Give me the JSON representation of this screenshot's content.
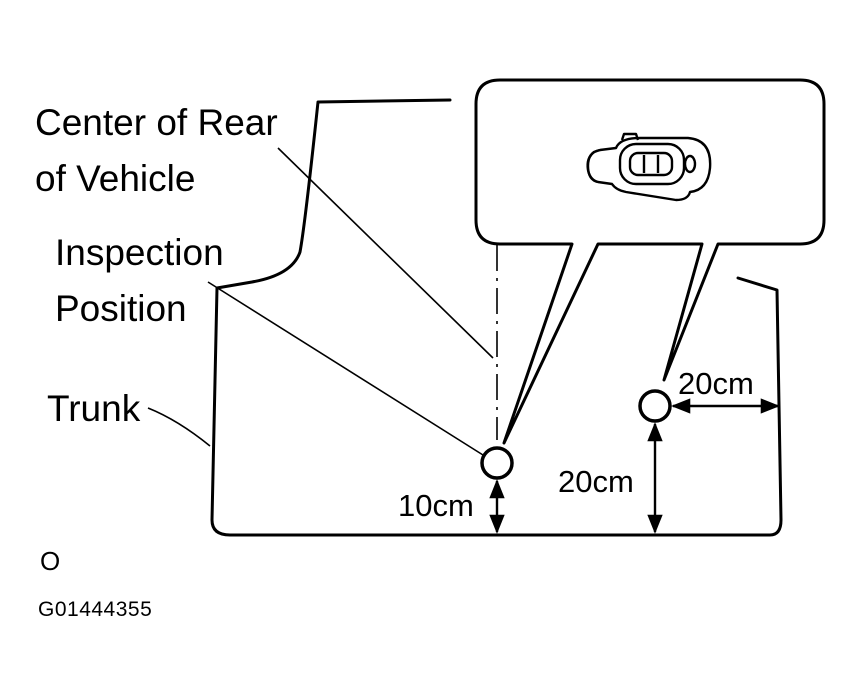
{
  "labels": {
    "center_line1": "Center of Rear",
    "center_line2": "of Vehicle",
    "inspection_line1": "Inspection",
    "inspection_line2": "Position",
    "trunk": "Trunk",
    "dim_10cm": "10cm",
    "dim_20cm_vertical": "20cm",
    "dim_20cm_horizontal": "20cm",
    "corner_mark": "O",
    "figure_code": "G01444355"
  },
  "icons": {
    "callout_content": "key-fob-icon",
    "position_marker": "circle-marker-icon"
  },
  "colors": {
    "line": "#000000",
    "background": "#ffffff"
  }
}
